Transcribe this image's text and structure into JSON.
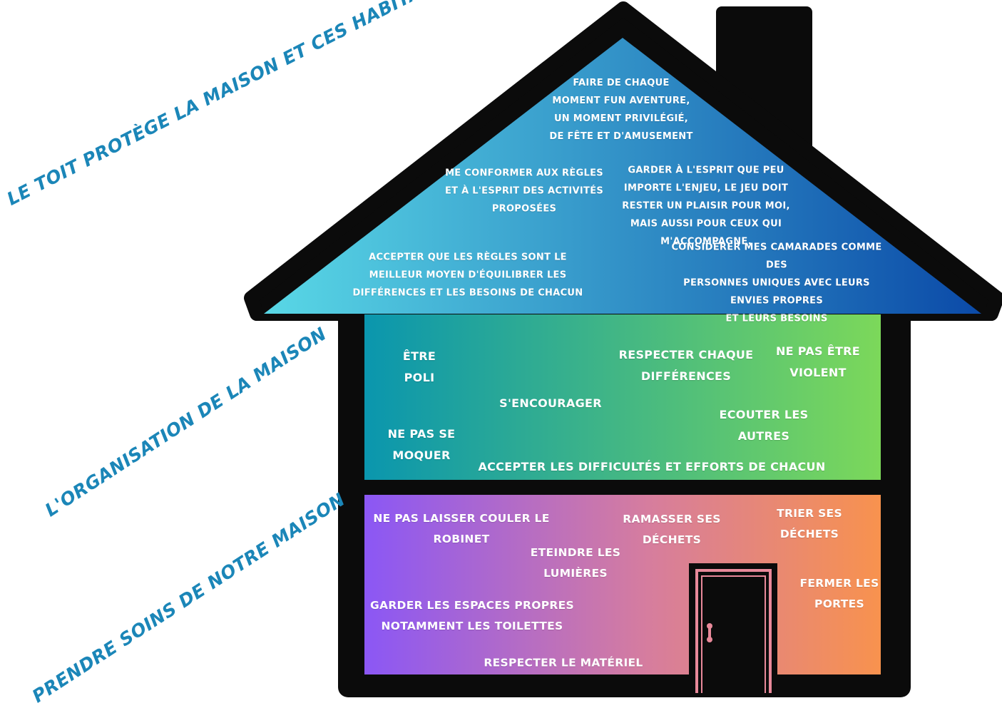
{
  "colors": {
    "outline": "#0b0b0b",
    "label_blue": "#1b86b8",
    "phrase_text": "#ffffff",
    "door_frame": "#e8899a",
    "roof_gradient": [
      "#59d8e6",
      "#0b4aa8"
    ],
    "middle_gradient": [
      "#0a96ae",
      "#7cd85a"
    ],
    "ground_gradient": [
      "#8b57f5",
      "#f8924e"
    ]
  },
  "side_labels": {
    "roof": "Le toit protège la maison et ces habitants",
    "middle": "L'organisation de la maison",
    "ground": "Prendre soins de notre maison"
  },
  "roof": {
    "fun": "Faire de chaque\nmoment fun aventure,\nun moment privilégié,\nde fête et d'amusement",
    "rules": "Me conformer aux règles\net à l'esprit des activités\nproposées",
    "pleasure": "Garder à l'esprit que peu\nimporte l'enjeu, le jeu doit\nrester un plaisir pour moi,\nmais aussi pour ceux qui\nm'accompagne.",
    "balance": "Accepter que les règles sont le\nmeilleur moyen d'équilibrer les\ndifférences et les besoins de chacun",
    "unique": "Considérer mes camarades comme des\npersonnes uniques avec leurs envies propres\net leurs besoins"
  },
  "middle": {
    "polite": "Être\npoli",
    "respect": "Respecter chaque\ndifférences",
    "nonviolent": "Ne pas être\nviolent",
    "encourage": "S'encourager",
    "listen": "Ecouter les\nautres",
    "nomock": "Ne pas se\nmoquer",
    "accept": "Accepter les difficultés et efforts de chacun"
  },
  "ground": {
    "tap": "Ne pas laisser couler le\nrobinet",
    "pickup": "Ramasser ses\ndéchets",
    "sort": "Trier ses\ndéchets",
    "lights": "Eteindre les\nlumières",
    "doors": "Fermer les\nportes",
    "clean": "Garder les espaces propres\nnotamment les toilettes",
    "material": "Respecter le matériel"
  }
}
